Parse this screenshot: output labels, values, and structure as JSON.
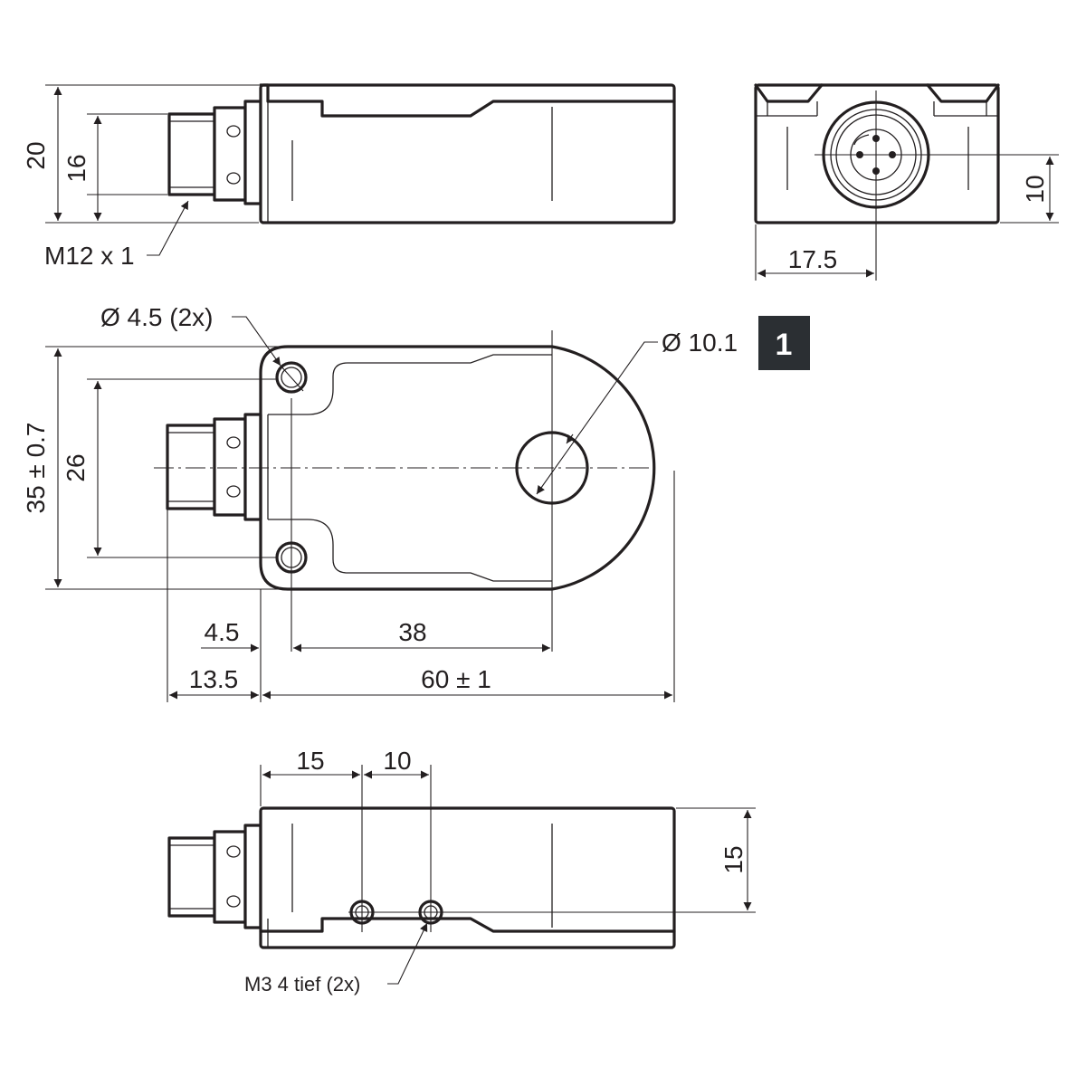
{
  "views": {
    "side_top": {
      "dims": {
        "height_total": "20",
        "height_connector": "16"
      },
      "callout_thread": "M12 x 1"
    },
    "end": {
      "dims": {
        "center_height": "10",
        "center_offset": "17.5"
      }
    },
    "plan": {
      "callout_hole": "Ø 4.5 (2x)",
      "callout_bore": "Ø 10.1",
      "badge": "1",
      "dims": {
        "width": "35 ± 0.7",
        "hole_spacing": "26",
        "hole_offset": "4.5",
        "bore_position": "38",
        "connector_length": "13.5",
        "body_length": "60 ± 1"
      }
    },
    "side_bottom": {
      "dims": {
        "first_hole": "15",
        "hole_pitch": "10",
        "hole_height": "15"
      },
      "callout_thread": "M3 4 tief (2x)"
    }
  }
}
